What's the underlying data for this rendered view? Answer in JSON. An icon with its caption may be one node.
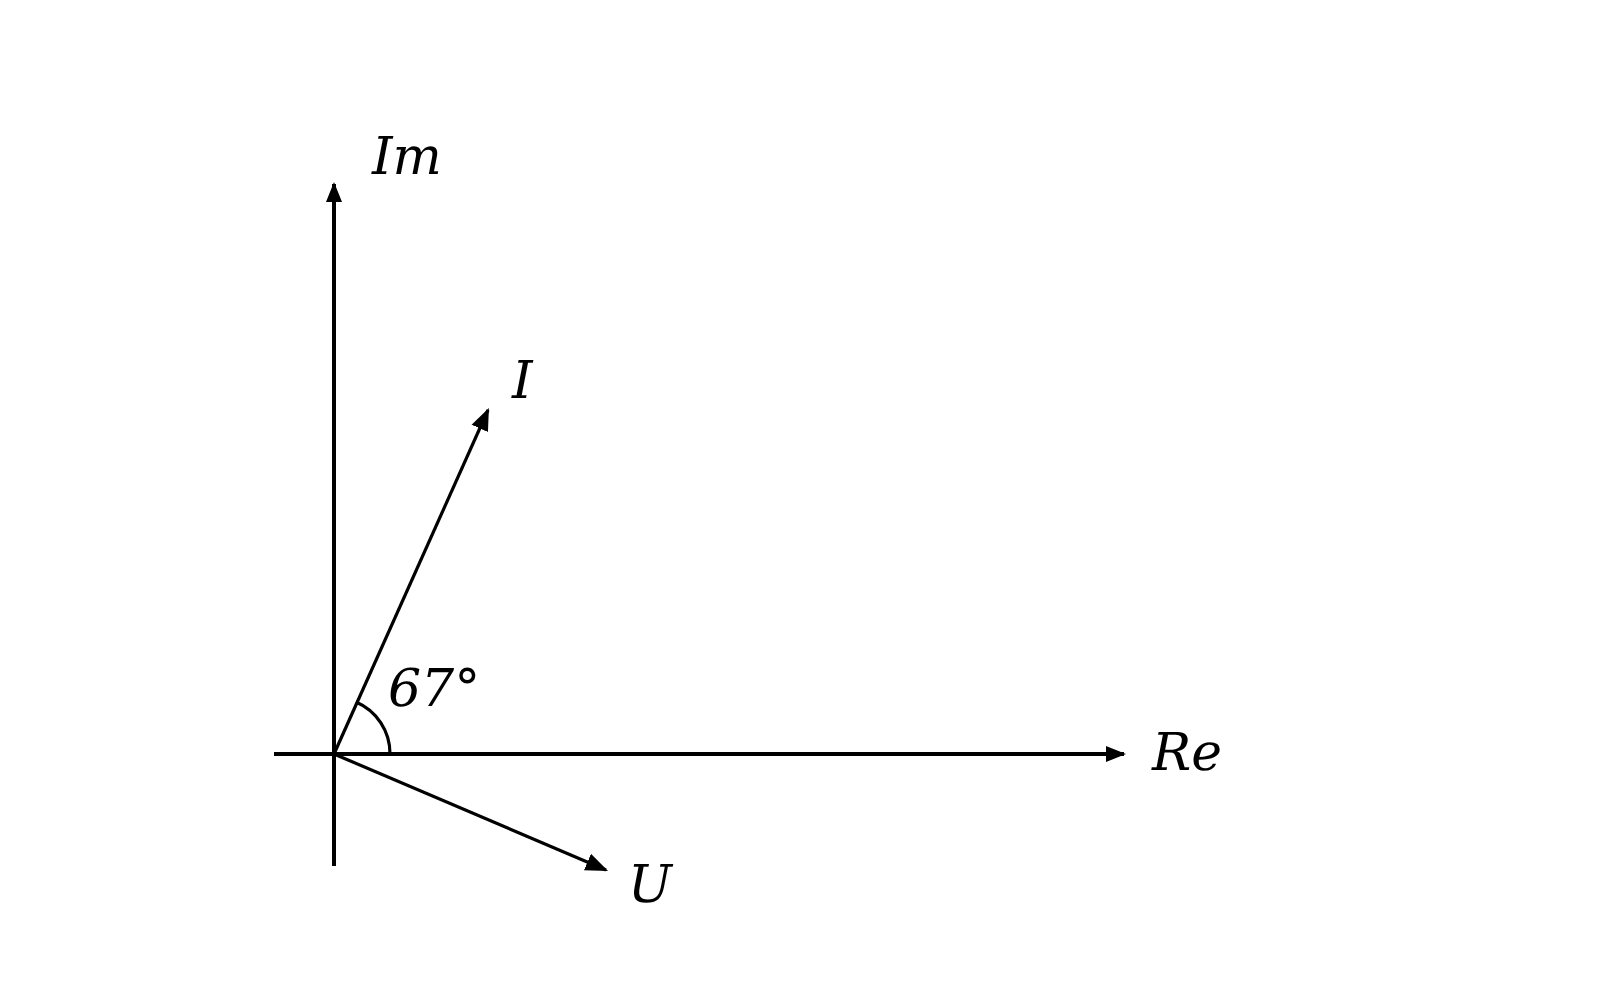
{
  "diagram": {
    "labels": [
      "Im",
      "I",
      "67°",
      "Re",
      "U"
    ]
  }
}
